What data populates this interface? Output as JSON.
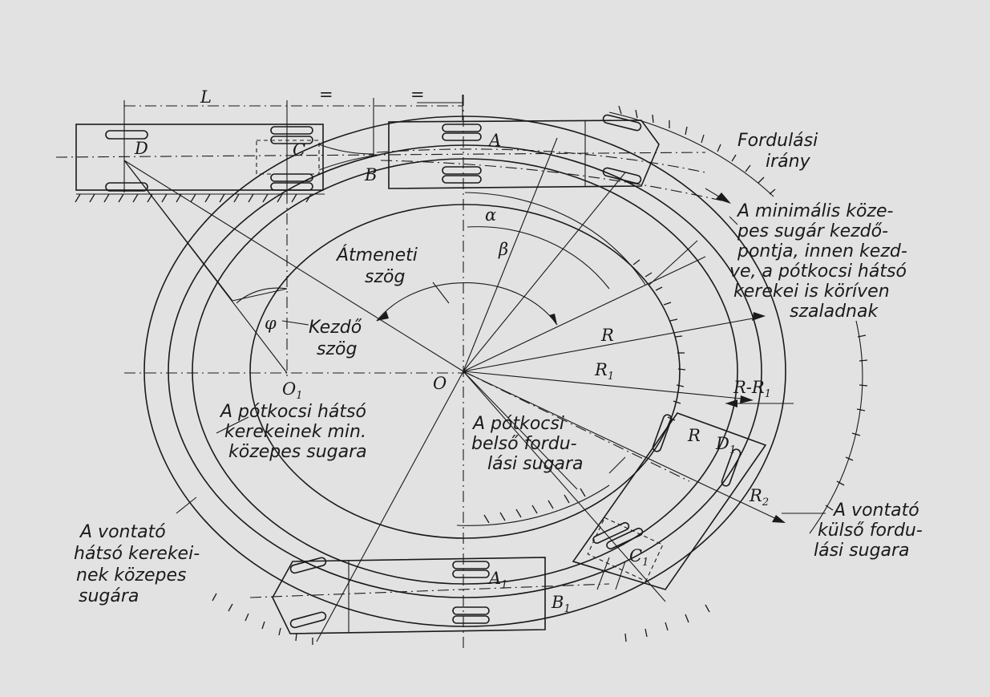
{
  "labels": {
    "dim_L": "L",
    "dim_eq_1": "=",
    "dim_eq_2": "=",
    "D": "D",
    "C": "C",
    "A": "A",
    "B": "B",
    "alpha": "α",
    "beta": "β",
    "phi": "φ",
    "O": "O",
    "O1": "O",
    "O1_sub": "1",
    "R": "R",
    "R1": "R",
    "R1_sub": "1",
    "R_minus_R1": "R-R",
    "R_minus_R1_sub": "1",
    "R_small": "R",
    "D1": "D",
    "D1_sub": "1",
    "R2": "R",
    "R2_sub": "2",
    "C1": "C",
    "C1_sub": "1",
    "A1": "A",
    "A1_sub": "1",
    "B1": "B",
    "B1_sub": "1"
  },
  "texts": {
    "fordulasi_irany": [
      "Fordulási",
      "irány"
    ],
    "minimalis_kozepes": [
      "A minimális köze-",
      "pes sugár kezdő-",
      "pontja, innen kezd-",
      "ve, a pótkocsi hátsó",
      "kerekei is köríven",
      "szaladnak"
    ],
    "atmeneti_szog": [
      "Átmeneti",
      "szög"
    ],
    "kezdo_szog": [
      "Kezdő",
      "szög"
    ],
    "potkocsi_hatso": [
      "A pótkocsi hátsó",
      "kerekeinek min.",
      "közepes sugara"
    ],
    "potkocsi_belso": [
      "A pótkocsi",
      "belső fordu-",
      "lási sugara"
    ],
    "vontato_kulso": [
      "A vontató",
      "külső fordu-",
      "lási sugara"
    ],
    "vontato_hatso": [
      "A vontató",
      "hátsó kerekei-",
      "nek közepes",
      "sugára"
    ]
  }
}
